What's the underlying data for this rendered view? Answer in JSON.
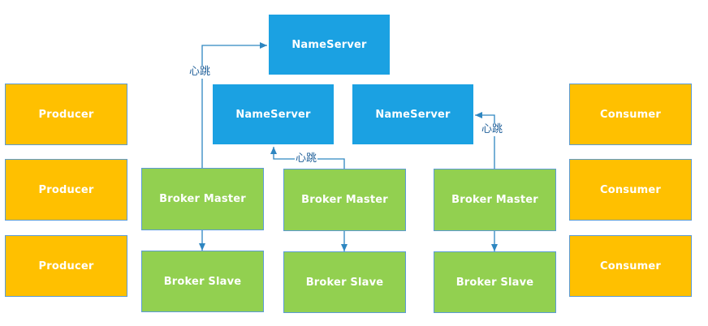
{
  "name_servers": [
    {
      "label": "NameServer"
    },
    {
      "label": "NameServer"
    },
    {
      "label": "NameServer"
    }
  ],
  "producers": [
    {
      "label": "Producer"
    },
    {
      "label": "Producer"
    },
    {
      "label": "Producer"
    }
  ],
  "consumers": [
    {
      "label": "Consumer"
    },
    {
      "label": "Consumer"
    },
    {
      "label": "Consumer"
    }
  ],
  "broker_groups": [
    {
      "master": "Broker Master",
      "slave": "Broker Slave"
    },
    {
      "master": "Broker Master",
      "slave": "Broker Slave"
    },
    {
      "master": "Broker Master",
      "slave": "Broker Slave"
    }
  ],
  "heartbeat_labels": [
    "心跳",
    "心跳",
    "心跳"
  ],
  "colors": {
    "name_server": "#1ba1e2",
    "producer_consumer": "#ffc000",
    "broker": "#92d050",
    "arrow": "#2e86c1"
  }
}
